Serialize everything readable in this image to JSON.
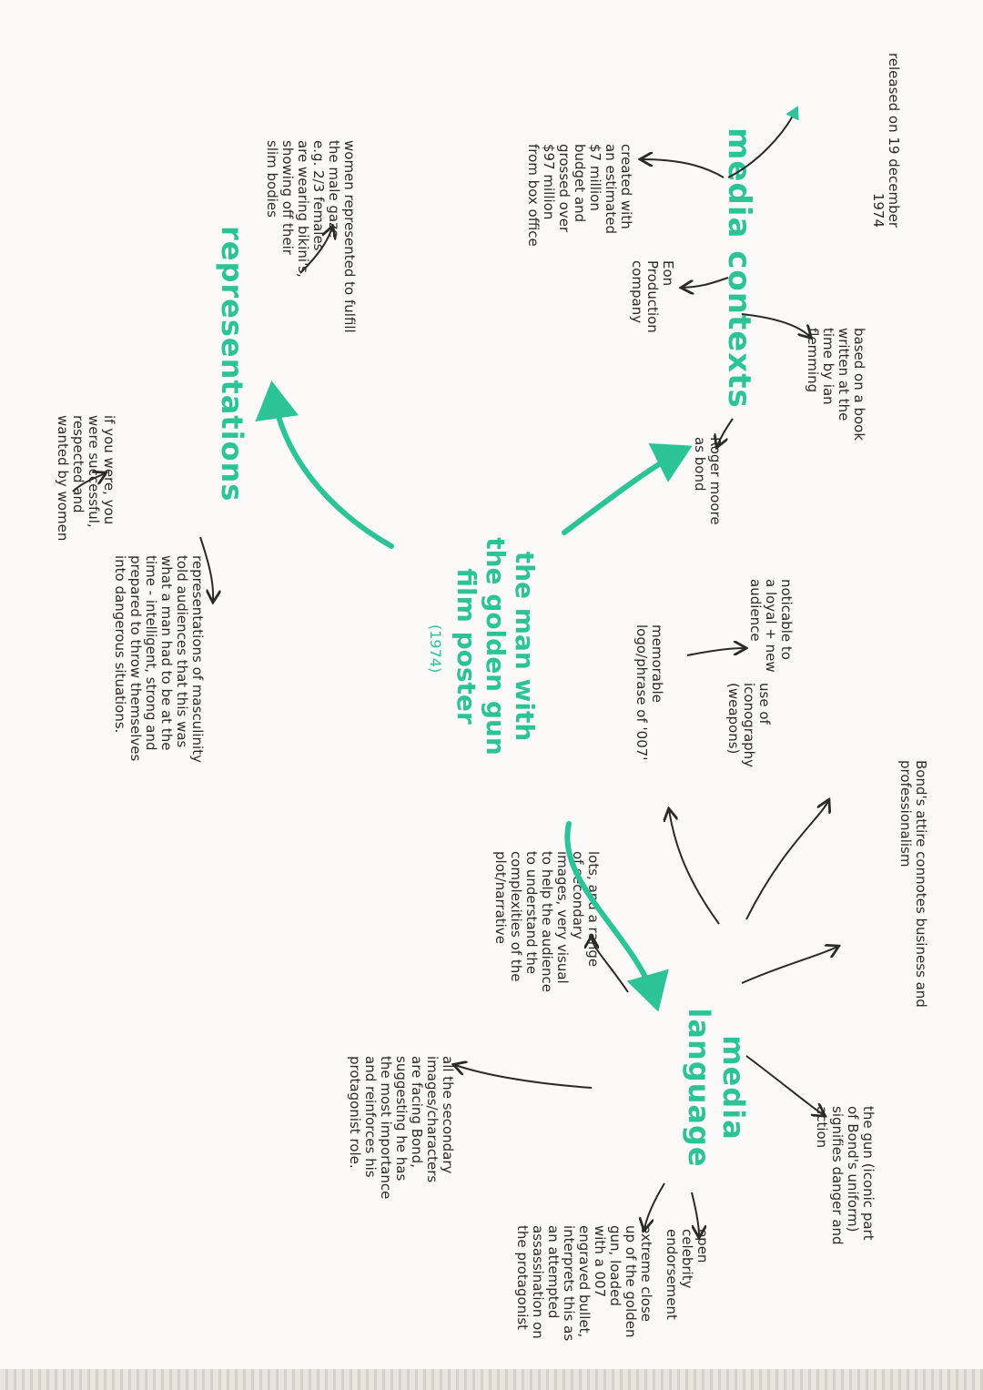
{
  "center": {
    "title": "the man with\nthe golden gun\nfilm poster",
    "year": "(1974)"
  },
  "media_contexts": {
    "heading": "media contexts",
    "released": "released on 19 december\n1974",
    "based_on": "based on a book\nwritten at the\ntime by ian\nflemming",
    "budget": "created with\nan estimated\n$7 million\nbudget and\ngrossed over\n$97 million\nfrom box office",
    "eon": "Eon\nProduction\ncompany",
    "roger": "Roger moore\nas bond"
  },
  "representations": {
    "heading": "representations",
    "women": "women represented to fulfill\nthe male gaze\ne.g. 2/3 females\nare wearing bikini's,\nshowing off their\nslim bodies",
    "success": "if you were, you\nwere successful,\nrespected and\nwanted by women",
    "masculinity": "representations of masculinity\ntold audiences that this was\nwhat a man had to be at the\ntime - intelligent, strong and\nprepared to throw themselves\ninto dangerous situations."
  },
  "media_language": {
    "heading_1": "media",
    "heading_2": "language",
    "attire": "Bond's attire connotes business and\nprofessionalism",
    "gun_uniform": "the gun (iconic part\nof Bond's uniform)\nsignifies danger and\naction",
    "celebrity": "open\ncelebrity\nendorsement",
    "extreme_close": "extreme close\nup of the golden\ngun, loaded\nwith a 007\nengraved bullet,\ninterprets this as\nan attempted\nassassination on\nthe protagonist",
    "secondary": "all the secondary\nimages/characters\nare facing Bond,\nsuggesting he has\nthe most importance\nand reinforces his\nprotagonist role.",
    "lots": "lots, and a range\nof secondary\nimages, very visual\nto help the audience\nto understand the\ncomplexities of the\nplot/narrative",
    "iconography": "use of\niconography\n(weapons)",
    "memorable": "memorable\nlogo/phrase of '007'",
    "noticeable": "noticable to\na loyal + new\naudience"
  },
  "colors": {
    "accent": "#2cc497",
    "ink": "#2a2a2a",
    "paper": "#fbfaf8"
  }
}
